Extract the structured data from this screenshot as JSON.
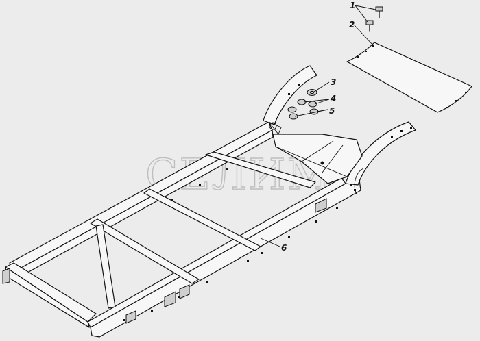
{
  "watermark": "СЕЛИМ",
  "callouts": [
    {
      "id": "1",
      "text": "1"
    },
    {
      "id": "2",
      "text": "2"
    },
    {
      "id": "3",
      "text": "3"
    },
    {
      "id": "4",
      "text": "4"
    },
    {
      "id": "5",
      "text": "5"
    },
    {
      "id": "6",
      "text": "6"
    }
  ]
}
